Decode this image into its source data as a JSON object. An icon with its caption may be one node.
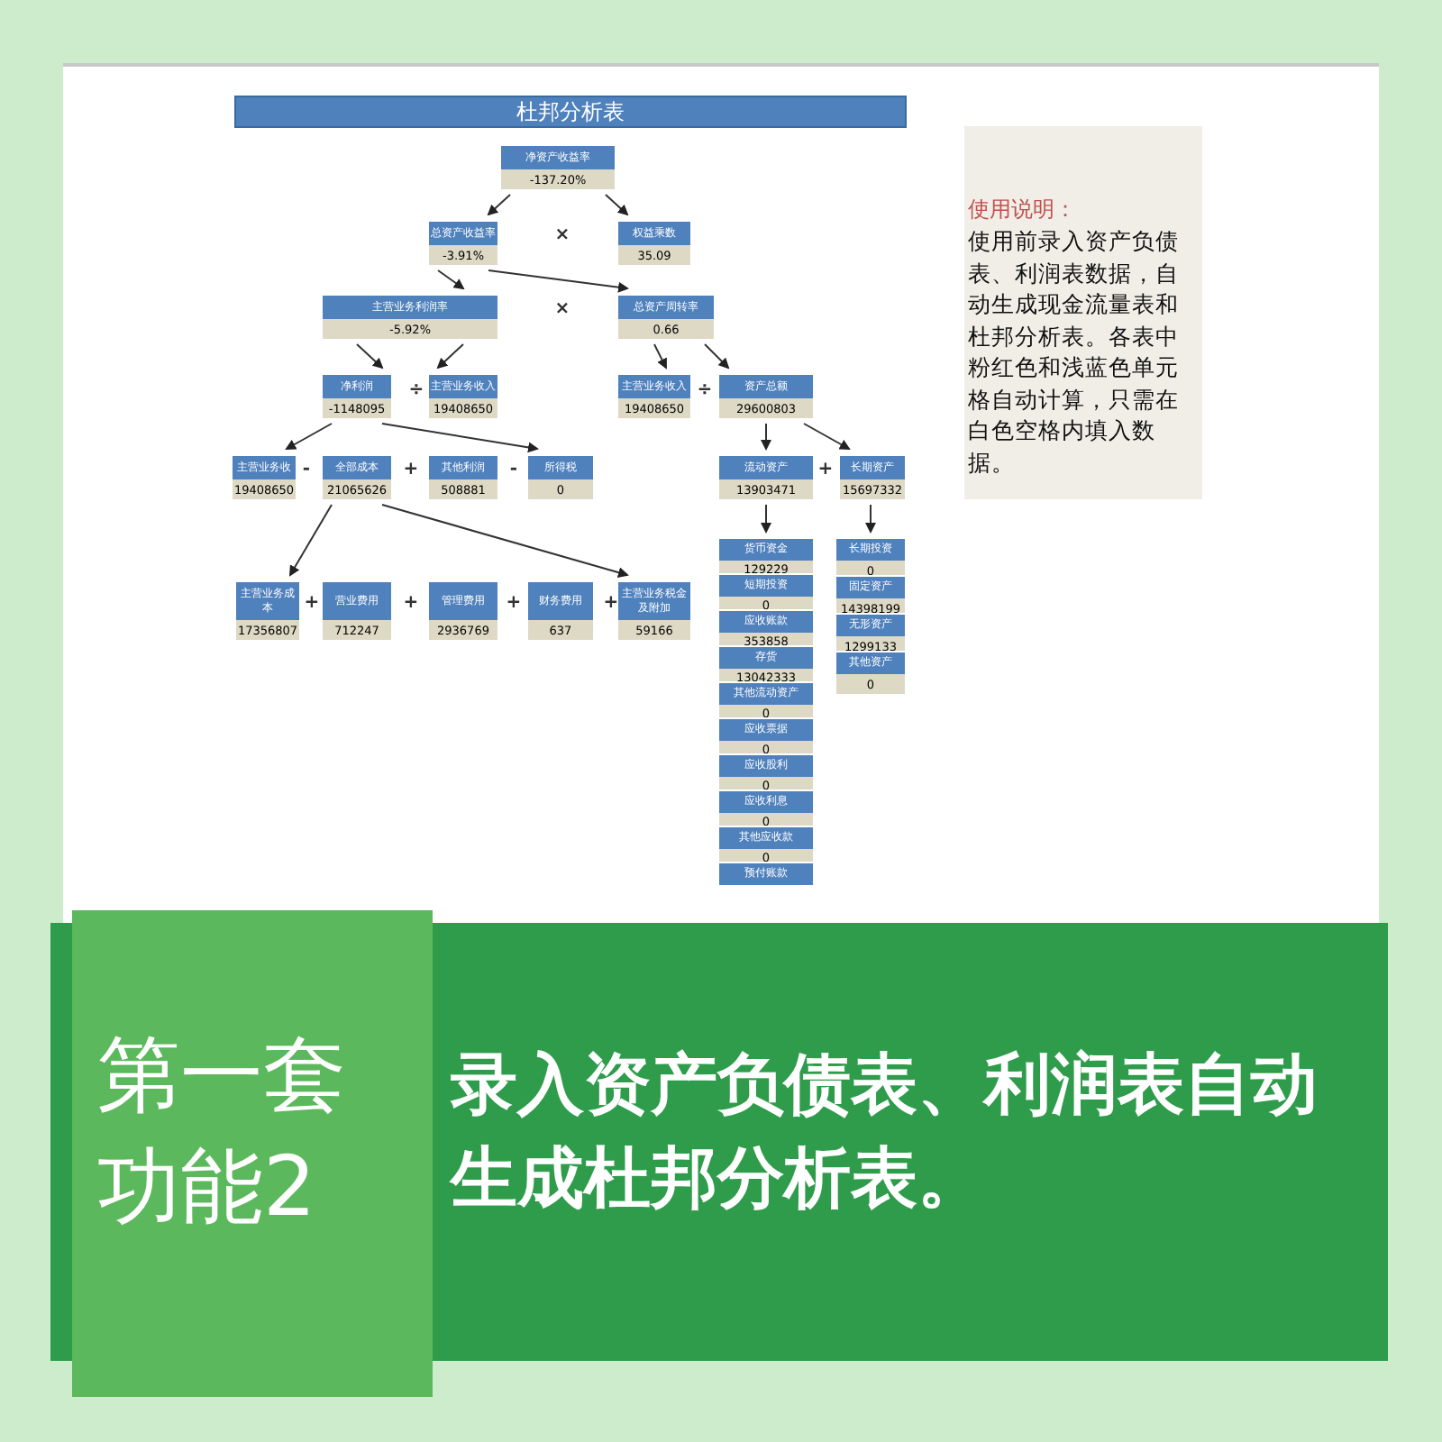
{
  "diagram": {
    "title": "杜邦分析表",
    "nodes": [
      {
        "text": [
          "净资产收益率",
          "-137.20%"
        ]
      },
      {
        "text": [
          "总资产收益率",
          "-3.91%"
        ]
      },
      {
        "text": [
          "权益乘数",
          "35.09"
        ]
      },
      {
        "text": [
          "主营业务利润率",
          "-5.92%"
        ]
      },
      {
        "text": [
          "总资产周转率",
          "0.66"
        ]
      },
      {
        "text": [
          "净利润",
          "-1148095"
        ]
      },
      {
        "text": [
          "主营业务收入",
          "19408650"
        ]
      },
      {
        "text": [
          "主营业务收入",
          "19408650"
        ]
      },
      {
        "text": [
          "资产总额",
          "29600803"
        ]
      },
      {
        "text": [
          "主营业务收",
          "19408650"
        ]
      },
      {
        "text": [
          "全部成本",
          "21065626"
        ]
      },
      {
        "text": [
          "其他利润",
          "508881"
        ]
      },
      {
        "text": [
          "所得税",
          "0"
        ]
      },
      {
        "text": [
          "流动资产",
          "13903471"
        ]
      },
      {
        "text": [
          "长期资产",
          "15697332"
        ]
      },
      {
        "text": [
          "主营业务成本",
          "17356807"
        ]
      },
      {
        "text": [
          "营业费用",
          "712247"
        ]
      },
      {
        "text": [
          "管理费用",
          "2936769"
        ]
      },
      {
        "text": [
          "财务费用",
          "637"
        ]
      },
      {
        "text": [
          "主营业务税金及附加",
          "59166"
        ]
      },
      {
        "text": [
          "货币资金",
          "129229"
        ]
      },
      {
        "text": [
          "短期投资",
          "0"
        ]
      },
      {
        "text": [
          "应收账款",
          "353858"
        ]
      },
      {
        "text": [
          "存货",
          "13042333"
        ]
      },
      {
        "text": [
          "其他流动资产",
          "0"
        ]
      },
      {
        "text": [
          "应收票据",
          "0"
        ]
      },
      {
        "text": [
          "应收股利",
          "0"
        ]
      },
      {
        "text": [
          "应收利息",
          "0"
        ]
      },
      {
        "text": [
          "其他应收款",
          "0"
        ]
      },
      {
        "text": [
          "预付账款"
        ]
      },
      {
        "text": [
          "长期投资",
          "0"
        ]
      },
      {
        "text": [
          "固定资产",
          "14398199"
        ]
      },
      {
        "text": [
          "无形资产",
          "1299133"
        ]
      },
      {
        "text": [
          "其他资产",
          "0"
        ]
      },
      {
        "text": [
          "使用说明：",
          "使用前录入资产负债表、利润表数据，自动生成现金流量表和杜邦分析表。各表中粉红色和浅蓝色单元格自动计算，只需在白色空格内填入数据。"
        ]
      },
      {
        "text": [
          "第一套功能2"
        ]
      },
      {
        "text": [
          "录入资产负债表、利润表自动生成杜邦分析表。"
        ]
      }
    ],
    "edges": [
      {
        "from": 0,
        "to": 1,
        "arrow": "to"
      },
      {
        "from": 0,
        "to": 2,
        "arrow": "to"
      },
      {
        "from": 1,
        "to": 3,
        "arrow": "to"
      },
      {
        "from": 1,
        "to": 4,
        "arrow": "to"
      },
      {
        "from": 3,
        "to": 5,
        "arrow": "to"
      },
      {
        "from": 3,
        "to": 6,
        "arrow": "to"
      },
      {
        "from": 4,
        "to": 7,
        "arrow": "to"
      },
      {
        "from": 4,
        "to": 8,
        "arrow": "to"
      },
      {
        "from": 5,
        "to": 9,
        "arrow": "to"
      },
      {
        "from": 5,
        "to": 12,
        "arrow": "to"
      },
      {
        "from": 8,
        "to": 13,
        "arrow": "to"
      },
      {
        "from": 8,
        "to": 14,
        "arrow": "to"
      },
      {
        "from": 10,
        "to": 15,
        "arrow": "to"
      },
      {
        "from": 10,
        "to": 19,
        "arrow": "to"
      },
      {
        "from": 13,
        "to": 20,
        "arrow": "to"
      },
      {
        "from": 14,
        "to": 30,
        "arrow": "to"
      }
    ],
    "labels": [
      "×",
      "×",
      "÷",
      "÷",
      "-",
      "+",
      "-",
      "+",
      "+",
      "+",
      "+",
      "+"
    ]
  }
}
